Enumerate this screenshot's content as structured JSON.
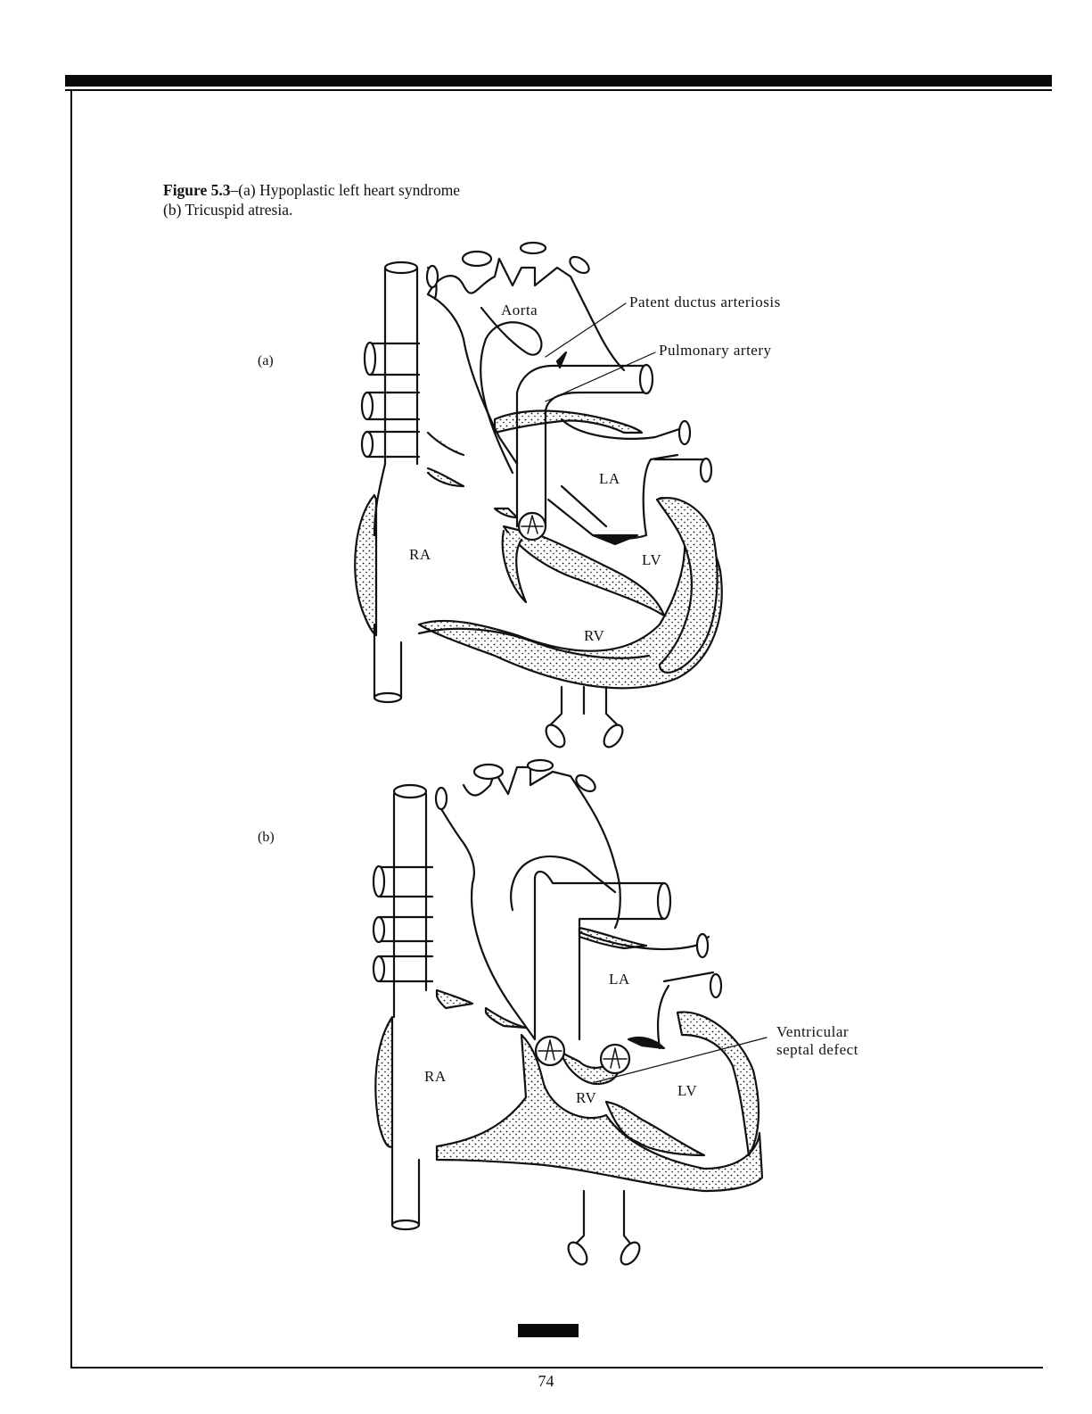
{
  "caption": {
    "figure_label": "Figure 5.3",
    "line1_rest": "–(a) Hypoplastic left heart syndrome",
    "line2": "(b) Tricuspid atresia."
  },
  "panel_a": {
    "label": "(a)",
    "aorta": "Aorta",
    "patent_ductus": "Patent ductus arteriosis",
    "pulmonary_artery": "Pulmonary artery",
    "la": "LA",
    "ra": "RA",
    "lv": "LV",
    "rv": "RV"
  },
  "panel_b": {
    "label": "(b)",
    "la": "LA",
    "ra": "RA",
    "lv": "LV",
    "rv": "RV",
    "vsd_line1": "Ventricular",
    "vsd_line2": "septal defect"
  },
  "page_number": "74"
}
